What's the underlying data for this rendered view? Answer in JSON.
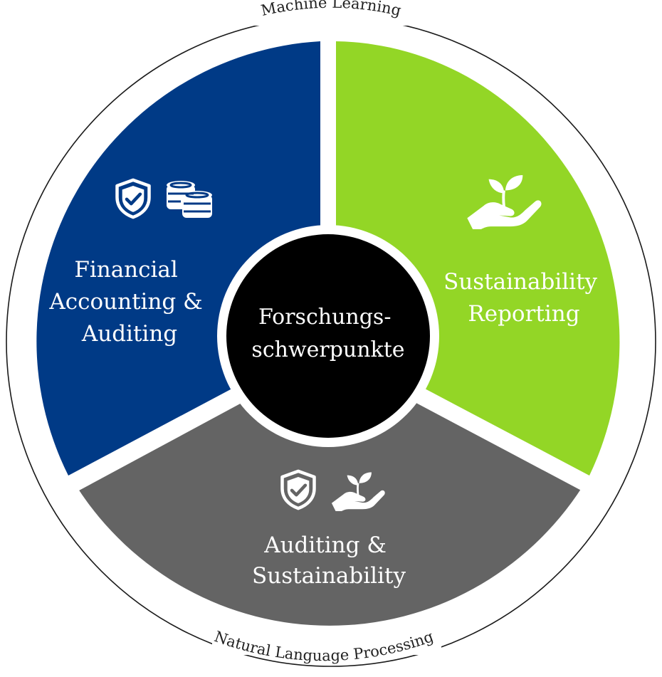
{
  "diagram": {
    "outer_labels": {
      "top": "Machine Learning",
      "bottom": "Natural Language Processing"
    },
    "center": {
      "lines": [
        "Forschungs-",
        "schwerpunkte"
      ]
    },
    "segments": [
      {
        "id": "financial",
        "lines": [
          "Financial",
          "Accounting &",
          "Auditing"
        ],
        "color": "#003a86",
        "icons": [
          "shield-check-icon",
          "coins-stack-icon"
        ]
      },
      {
        "id": "sustainability",
        "lines": [
          "Sustainability",
          "Reporting"
        ],
        "color": "#93d626",
        "icons": [
          "hand-sprout-icon"
        ]
      },
      {
        "id": "auditing-sustainability",
        "lines": [
          "Auditing &",
          "Sustainability"
        ],
        "color": "#646464",
        "icons": [
          "shield-check-icon",
          "hand-sprout-icon"
        ]
      }
    ],
    "colors": {
      "center": "#000000",
      "ring": "#1a1a1a",
      "icon": "#ffffff"
    }
  }
}
